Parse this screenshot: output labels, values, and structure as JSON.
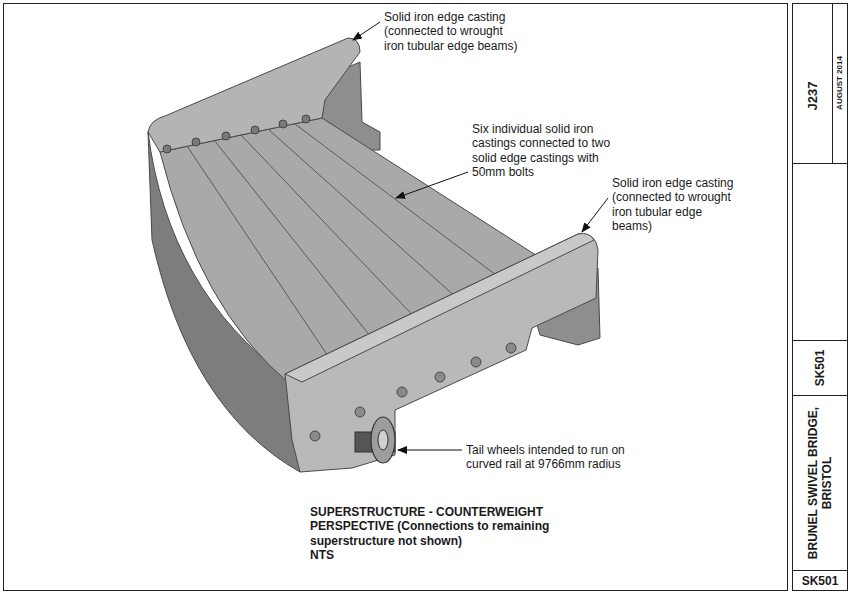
{
  "diagram": {
    "title": "BRUNEL SWIVEL BRIDGE, BRISTOL",
    "caption": "SUPERSTRUCTURE - COUNTERWEIGHT PERSPECTIVE (Connections to remaining superstructure not shown)",
    "labels": [
      "Solid iron edge casting (connected to wrought iron tubular edge beams)",
      "Six individual solid iron castings connected to two solid edge castings with 50mm bolts",
      "Solid iron edge casting (connected to wrought iron tubular edge beams)",
      "Tail wheels intended to run on curved rail at 9766mm radius",
      "NTS",
      "J237",
      "AUGUST 2014",
      "SK501",
      "SK501"
    ]
  }
}
